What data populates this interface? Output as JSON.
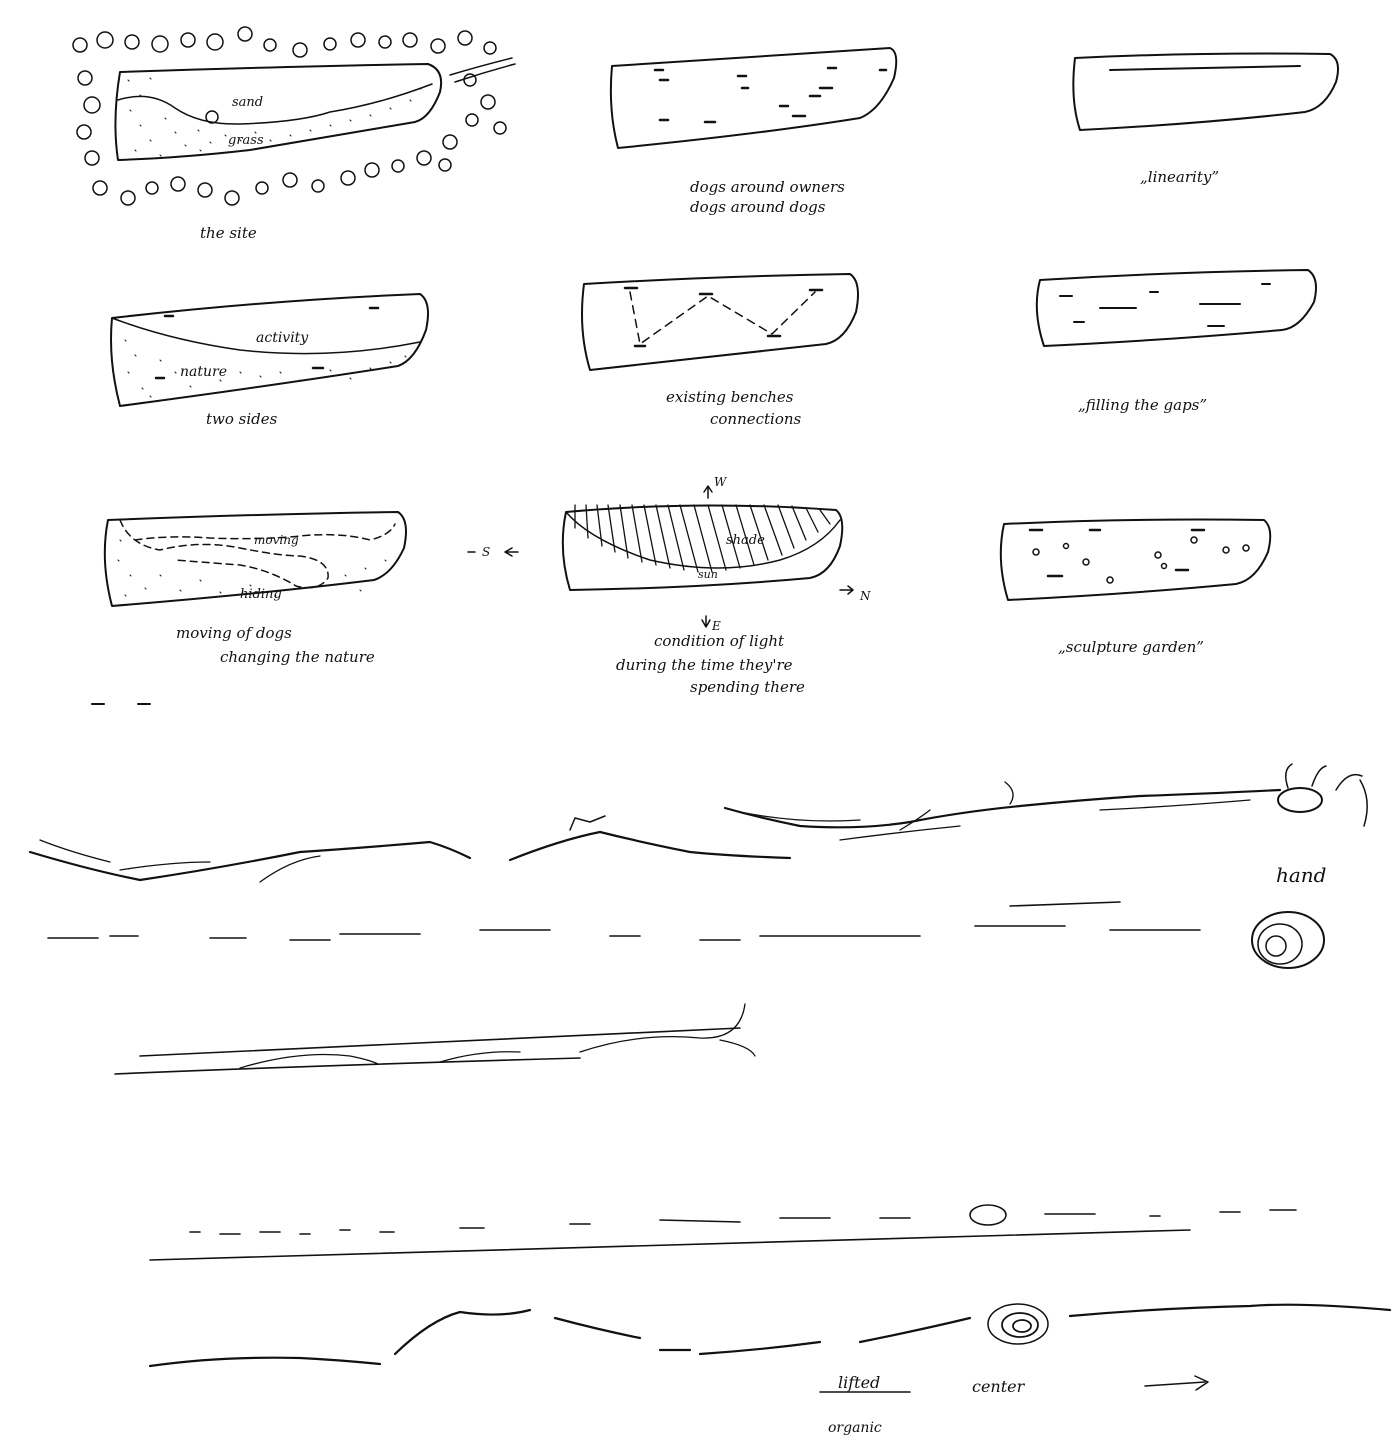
{
  "sketches": [
    {
      "id": "site",
      "caption": "the site",
      "labels": [
        "sand",
        "grass"
      ]
    },
    {
      "id": "dogs",
      "caption_lines": [
        "dogs around owners",
        "dogs around dogs"
      ]
    },
    {
      "id": "linearity",
      "caption": "„linearity”"
    },
    {
      "id": "two-sides",
      "caption": "two sides",
      "labels": [
        "activity",
        "nature"
      ]
    },
    {
      "id": "benches",
      "caption_lines": [
        "existing benches",
        "connections"
      ]
    },
    {
      "id": "gaps",
      "caption": "„filling the gaps”"
    },
    {
      "id": "moving",
      "caption_lines": [
        "moving of dogs",
        "changing the nature"
      ],
      "labels": [
        "moving",
        "hiding"
      ]
    },
    {
      "id": "light",
      "caption_lines": [
        "condition of light",
        "during the time they're",
        "spending there"
      ],
      "labels": [
        "shade",
        "sun"
      ],
      "compass": {
        "n": "W",
        "s": "E",
        "w": "S",
        "e": "N"
      }
    },
    {
      "id": "sculpture",
      "caption": "„sculpture garden”"
    }
  ],
  "panorama": {
    "labels": {
      "hand": "hand",
      "lifted": "lifted",
      "organic": "organic",
      "center": "center"
    }
  }
}
